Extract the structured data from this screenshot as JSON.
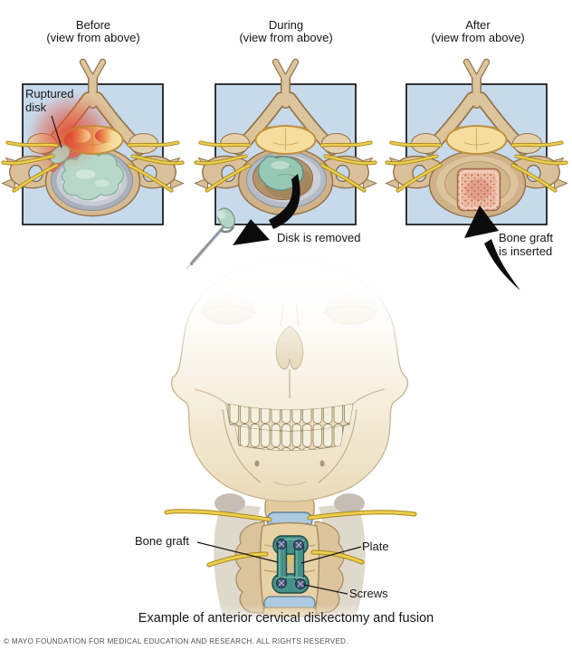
{
  "figure": {
    "caption": "Example of anterior cervical diskectomy and fusion",
    "footer": "© MAYO FOUNDATION FOR MEDICAL EDUCATION AND RESEARCH. ALL RIGHTS RESERVED."
  },
  "panels": [
    {
      "title": "Before",
      "subtitle": "(view from above)"
    },
    {
      "title": "During",
      "subtitle": "(view from above)"
    },
    {
      "title": "After",
      "subtitle": "(view from above)"
    }
  ],
  "annotations": {
    "ruptured_disk": {
      "line1": "Ruptured",
      "line2": "disk"
    },
    "disk_removed": "Disk is removed",
    "graft_inserted": {
      "line1": "Bone graft",
      "line2": "is inserted"
    },
    "bone_graft": "Bone graft",
    "plate": "Plate",
    "screws": "Screws"
  },
  "colors": {
    "panel_background": "#c7daec",
    "panel_border": "#151515",
    "bone": "#d9c09a",
    "bone_outline": "#94754c",
    "spinal_cord_yellow": "#f6dc9d",
    "inflamed_red": "#e2402c",
    "disk_teal": "#b7d8c9",
    "annulus_gray": "#b4bac6",
    "nerve_yellow": "#ebcf4b",
    "graft_pink": "#ecbda6",
    "plate_teal": "#47908a",
    "screw_navy": "#4a5878",
    "disc_blue": "#accbe0"
  }
}
